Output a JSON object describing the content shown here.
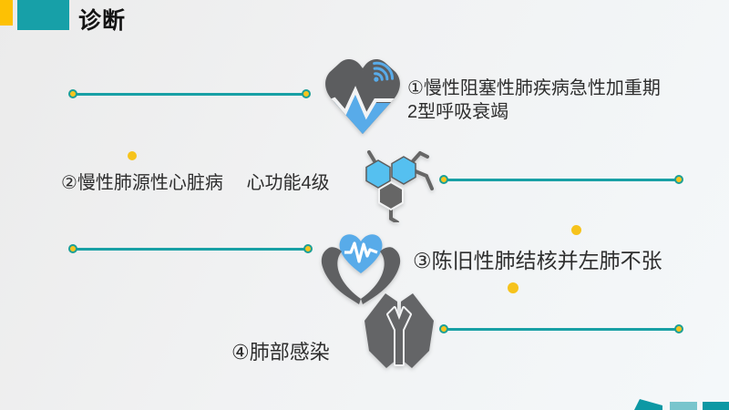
{
  "slide_title": "诊断",
  "items": [
    {
      "label_line1": "①慢性阻塞性肺疾病急性加重期",
      "label_line2": "2型呼吸衰竭",
      "icon": "smart-heart-icon"
    },
    {
      "label": "②慢性肺源性心脏病　 心功能4级",
      "icon": "molecule-icon"
    },
    {
      "label": "③陈旧性肺结核并左肺不张",
      "icon": "heart-in-hands-icon"
    },
    {
      "label": "④肺部感染",
      "icon": "lungs-icon"
    }
  ],
  "colors": {
    "accent_teal": "#17a0a8",
    "accent_yellow": "#fdc104",
    "connector_teal": "#18a0a5",
    "dot_yellow": "#f7c51e",
    "icon_gray": "#5f6062",
    "icon_blue": "#58abe9",
    "icon_cyan": "#55c0f0",
    "text": "#2e2e2e"
  }
}
